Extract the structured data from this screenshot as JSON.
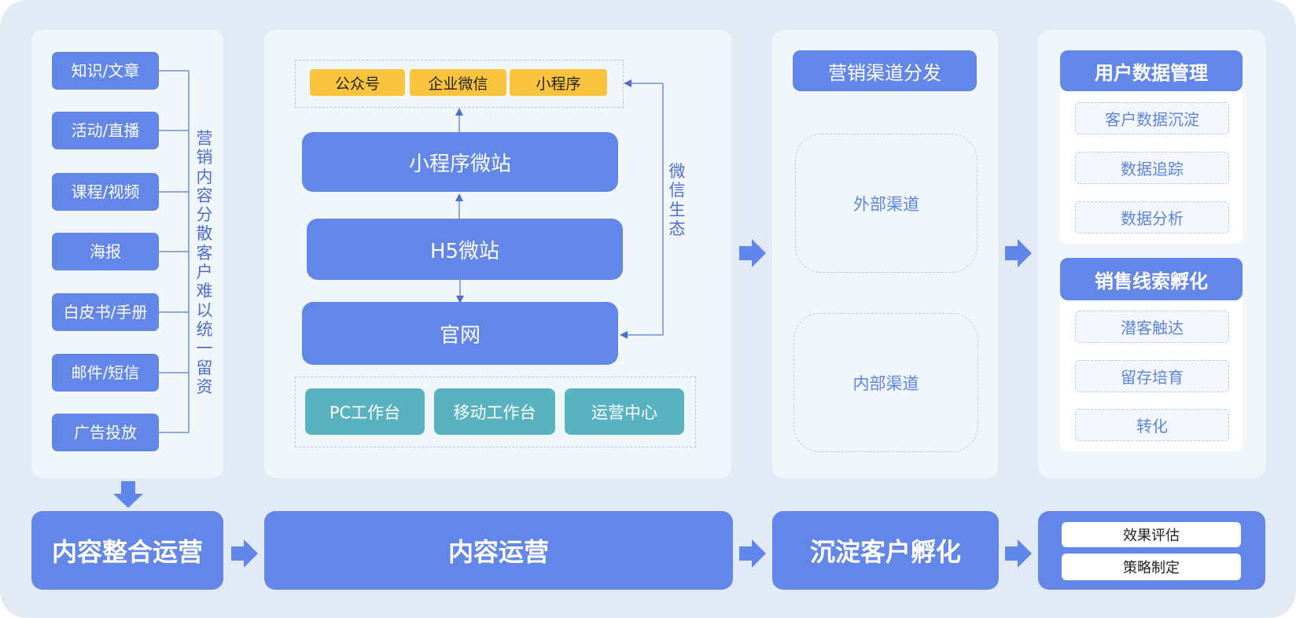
{
  "content_sources": {
    "items": [
      "知识/文章",
      "活动/直播",
      "课程/视频",
      "海报",
      "白皮书/手册",
      "邮件/短信",
      "广告投放"
    ],
    "bracket_label": "营销内容分散客户难以统一留资"
  },
  "wechat": {
    "channels": [
      "公众号",
      "企业微信",
      "小程序"
    ],
    "ecosystem_label": "微信生态"
  },
  "sites": {
    "miniprogram": "小程序微站",
    "h5": "H5微站",
    "website": "官网"
  },
  "workbenches": [
    "PC工作台",
    "移动工作台",
    "运营中心"
  ],
  "distribution": {
    "title": "营销渠道分发",
    "channels": [
      "外部渠道",
      "内部渠道"
    ]
  },
  "user_data": {
    "title": "用户数据管理",
    "items": [
      "客户数据沉淀",
      "数据追踪",
      "数据分析"
    ]
  },
  "leads": {
    "title": "销售线索孵化",
    "items": [
      "潜客触达",
      "留存培育",
      "转化"
    ]
  },
  "stages": [
    "内容整合运营",
    "内容运营",
    "沉淀客户孵化"
  ],
  "evaluation": [
    "效果评估",
    "策略制定"
  ],
  "colors": {
    "primary": "#6287e9",
    "teal": "#59b2c0",
    "yellow": "#f8c33d",
    "background": "#e2ebf5",
    "panel": "#f1f6fb"
  }
}
